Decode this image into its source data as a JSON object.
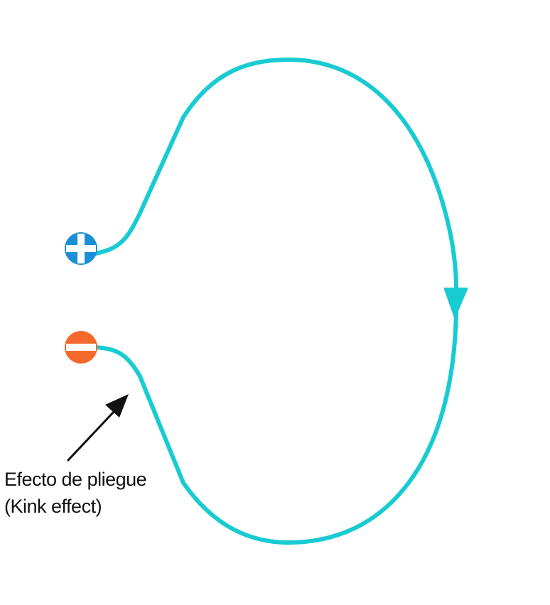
{
  "diagram": {
    "annotation": {
      "line1": "Efecto de pliegue",
      "line2": "(Kink effect)"
    },
    "terminals": {
      "positive": {
        "symbol": "plus",
        "color": "#1b8fd6"
      },
      "negative": {
        "symbol": "minus",
        "color": "#f46a2c"
      }
    },
    "colors": {
      "current_path": "#18cbd2",
      "annotation_arrow": "#111111",
      "text": "#111111"
    }
  }
}
